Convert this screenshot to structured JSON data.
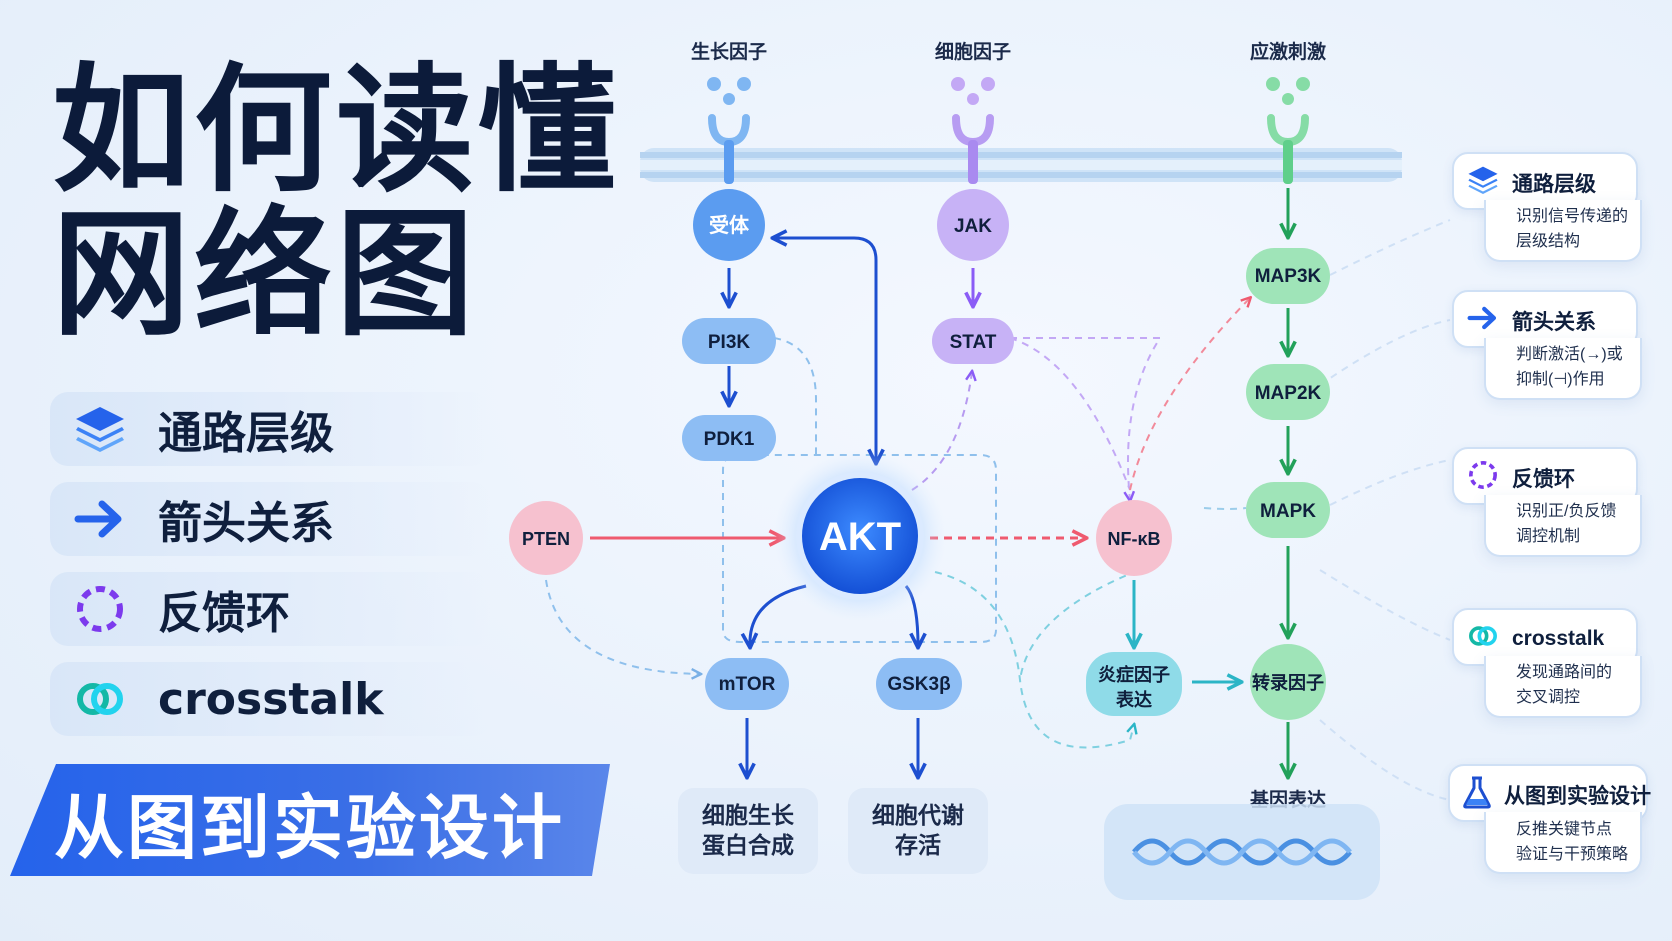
{
  "title": {
    "line1": "如何读懂",
    "line2": "网络图"
  },
  "legend": [
    {
      "label": "通路层级",
      "icon": "layers-icon"
    },
    {
      "label": "箭头关系",
      "icon": "arrow-right-icon"
    },
    {
      "label": "反馈环",
      "icon": "dashed-ring-icon"
    },
    {
      "label": "crosstalk",
      "icon": "link-icon"
    }
  ],
  "banner": {
    "text": "从图到实验设计"
  },
  "signals": {
    "growth": "生长因子",
    "cytokine": "细胞因子",
    "stress": "应激刺激"
  },
  "nodes": {
    "receptor": "受体",
    "pi3k": "PI3K",
    "pdk1": "PDK1",
    "pten": "PTEN",
    "akt": "AKT",
    "mtor": "mTOR",
    "gsk3b": "GSK3β",
    "jak": "JAK",
    "stat": "STAT",
    "nfkb": "NF-κB",
    "inflam1": "炎症因子",
    "inflam2": "表达",
    "map3k": "MAP3K",
    "map2k": "MAP2K",
    "mapk": "MAPK",
    "tf": "转录因子",
    "gene_expr": "基因表达"
  },
  "outputs": {
    "growth_line1": "细胞生长",
    "growth_line2": "蛋白合成",
    "metab_line1": "细胞代谢",
    "metab_line2": "存活"
  },
  "cards": [
    {
      "title": "通路层级",
      "desc1": "识别信号传递的",
      "desc2": "层级结构",
      "icon": "layers-icon"
    },
    {
      "title": "箭头关系",
      "desc1": "判断激活(→)或",
      "desc2": "抑制(⊣)作用",
      "icon": "arrow-right-icon"
    },
    {
      "title": "反馈环",
      "desc1": "识别正/负反馈",
      "desc2": "调控机制",
      "icon": "dashed-ring-icon"
    },
    {
      "title": "crosstalk",
      "desc1": "发现通路间的",
      "desc2": "交叉调控",
      "icon": "link-icon"
    },
    {
      "title": "从图到实验设计",
      "desc1": "反推关键节点",
      "desc2": "验证与干预策略",
      "icon": "flask-icon"
    }
  ],
  "colors": {
    "blue": "#5b9cf0",
    "purple": "#b39af0",
    "green": "#7fd9a0",
    "pink": "#f5b7c8",
    "teal": "#7fd4e6",
    "akt": "#1f6fe8",
    "navy": "#0c1b3a"
  }
}
